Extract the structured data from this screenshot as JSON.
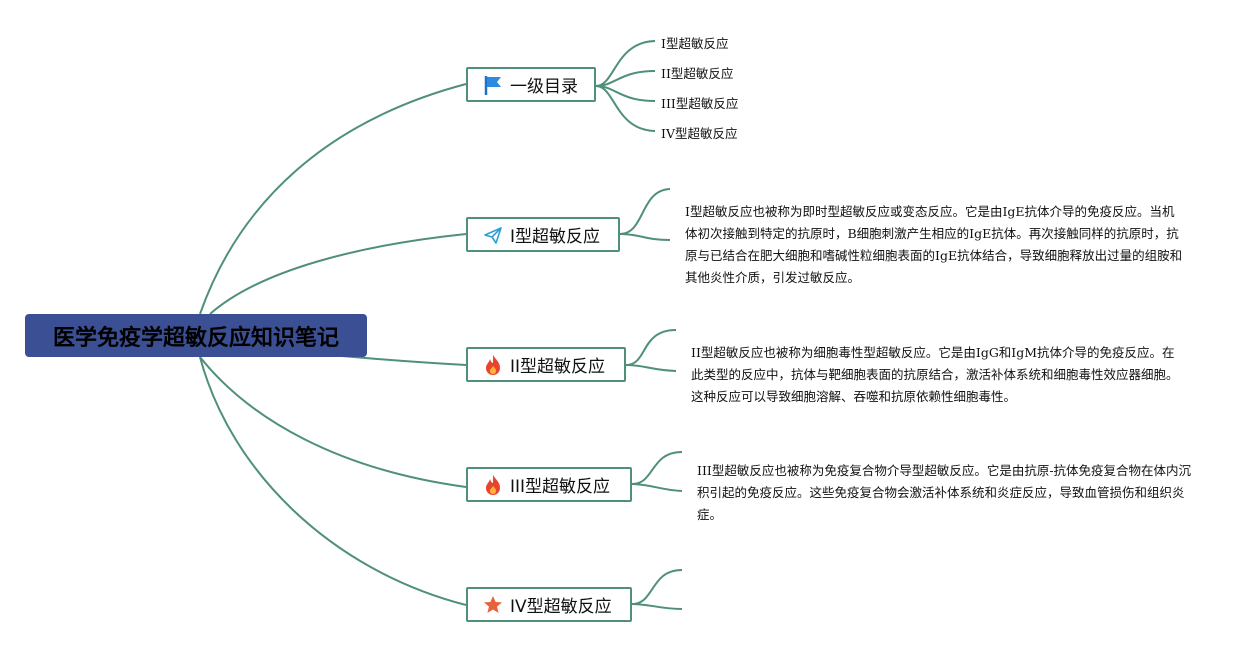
{
  "root": {
    "title": "医学免疫学超敏反应知识笔记"
  },
  "colors": {
    "root_fill": "#3a4f94",
    "line": "#4f8f7b"
  },
  "topics": [
    {
      "label": "一级目录",
      "icon": "flag-icon"
    },
    {
      "label": "I型超敏反应",
      "icon": "paper-plane-icon"
    },
    {
      "label": "II型超敏反应",
      "icon": "fire-icon"
    },
    {
      "label": "III型超敏反应",
      "icon": "fire-icon"
    },
    {
      "label": "IV型超敏反应",
      "icon": "star-icon"
    }
  ],
  "toc_items": [
    "I型超敏反应",
    "II型超敏反应",
    "III型超敏反应",
    "IV型超敏反应"
  ],
  "notes": {
    "type1": "I型超敏反应也被称为即时型超敏反应或变态反应。它是由IgE抗体介导的免疫反应。当机体初次接触到特定的抗原时，B细胞刺激产生相应的IgE抗体。再次接触同样的抗原时，抗原与已结合在肥大细胞和嗜碱性粒细胞表面的IgE抗体结合，导致细胞释放出过量的组胺和其他炎性介质，引发过敏反应。",
    "type2": "II型超敏反应也被称为细胞毒性型超敏反应。它是由IgG和IgM抗体介导的免疫反应。在此类型的反应中，抗体与靶细胞表面的抗原结合，激活补体系统和细胞毒性效应器细胞。这种反应可以导致细胞溶解、吞噬和抗原依赖性细胞毒性。",
    "type3": "III型超敏反应也被称为免疫复合物介导型超敏反应。它是由抗原-抗体免疫复合物在体内沉积引起的免疫反应。这些免疫复合物会激活补体系统和炎症反应，导致血管损伤和组织炎症。"
  }
}
